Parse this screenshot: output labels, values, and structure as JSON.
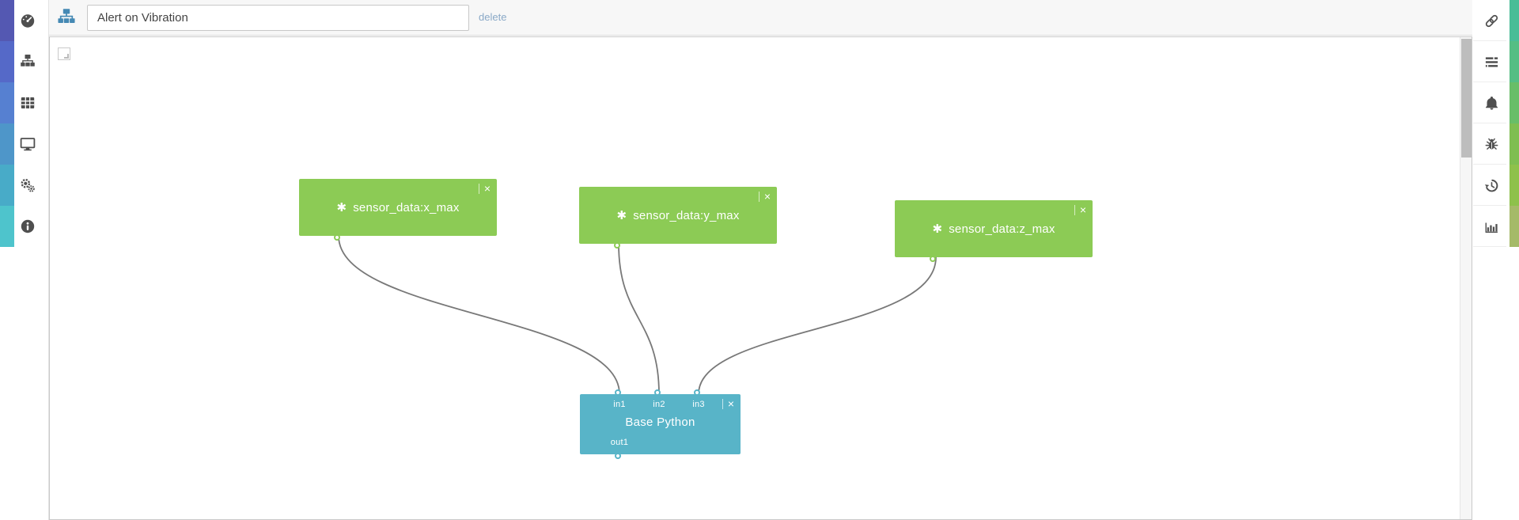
{
  "topbar": {
    "workflow_name": "Alert on Vibration",
    "delete_label": "delete",
    "workflow_icon": "sitemap-icon",
    "workflow_icon_color": "#4589b4"
  },
  "left_sidebar": {
    "accent_colors": [
      "#5458b2",
      "#5569c8",
      "#5680d1",
      "#4e96c9",
      "#48abc8",
      "#4ec4cc"
    ],
    "items": [
      {
        "id": "dashboard",
        "icon": "dashboard-icon"
      },
      {
        "id": "workflows",
        "icon": "sitemap-icon"
      },
      {
        "id": "data-table",
        "icon": "table-icon"
      },
      {
        "id": "devices",
        "icon": "monitor-icon"
      },
      {
        "id": "settings",
        "icon": "gears-icon"
      },
      {
        "id": "info",
        "icon": "info-icon"
      }
    ]
  },
  "right_sidebar": {
    "accent_colors": [
      "#49bd97",
      "#54be84",
      "#68be68",
      "#7fbe51",
      "#8ec14b",
      "#a5ba68"
    ],
    "items": [
      {
        "id": "link",
        "icon": "link-icon"
      },
      {
        "id": "logs",
        "icon": "logs-icon"
      },
      {
        "id": "alerts",
        "icon": "bell-icon"
      },
      {
        "id": "debug",
        "icon": "bug-icon"
      },
      {
        "id": "history",
        "icon": "history-icon"
      },
      {
        "id": "stats",
        "icon": "bar-chart-icon"
      }
    ]
  },
  "canvas": {
    "colors": {
      "function_node": "#8ccb55",
      "python_node": "#58b4c8",
      "connector": "#787878"
    },
    "function_nodes": [
      {
        "title": "sensor_data:x_max",
        "icon": "asterisk-icon",
        "close_label": "×"
      },
      {
        "title": "sensor_data:y_max",
        "icon": "asterisk-icon",
        "close_label": "×"
      },
      {
        "title": "sensor_data:z_max",
        "icon": "asterisk-icon",
        "close_label": "×"
      }
    ],
    "python_node": {
      "title": "Base Python",
      "close_label": "×",
      "input_ports": [
        "in1",
        "in2",
        "in3"
      ],
      "output_ports": [
        "out1"
      ]
    }
  }
}
